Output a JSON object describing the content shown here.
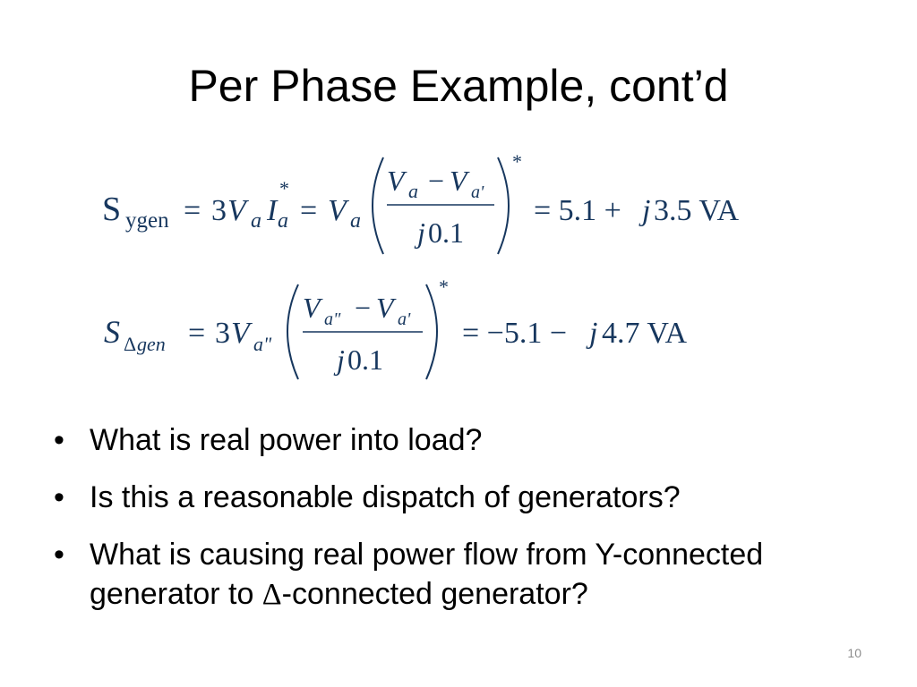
{
  "slide": {
    "title": "Per Phase Example, cont’d",
    "page_number": "10"
  },
  "equations": {
    "eq1": {
      "lhs_S": "S",
      "lhs_sub": "ygen",
      "eq_sign": "=",
      "coef": "3",
      "V": "V",
      "a": "a",
      "I": "I",
      "star": "*",
      "minus": "−",
      "a_prime": "a'",
      "den_j": "j",
      "den_num": "0.1",
      "result_real": "= 5.1 +",
      "result_j": "j",
      "result_imag": "3.5 VA"
    },
    "eq2": {
      "lhs_S": "S",
      "lhs_sub_delta": "Δ",
      "lhs_sub_gen": "gen",
      "eq_sign": "=",
      "coef": "3",
      "V": "V",
      "a_dprime": "a\"",
      "minus": "−",
      "a_prime": "a'",
      "star": "*",
      "den_j": "j",
      "den_num": "0.1",
      "result_real": "= −5.1 −",
      "result_j": "j",
      "result_imag": "4.7 VA"
    }
  },
  "bullets": {
    "b1": "What is real power into load?",
    "b2": "Is this a reasonable dispatch of generators?",
    "b3_part1": "What is causing real power flow from Y-connected generator to ",
    "b3_delta": "Δ",
    "b3_part2": "-connected generator?",
    "marker": "•"
  }
}
